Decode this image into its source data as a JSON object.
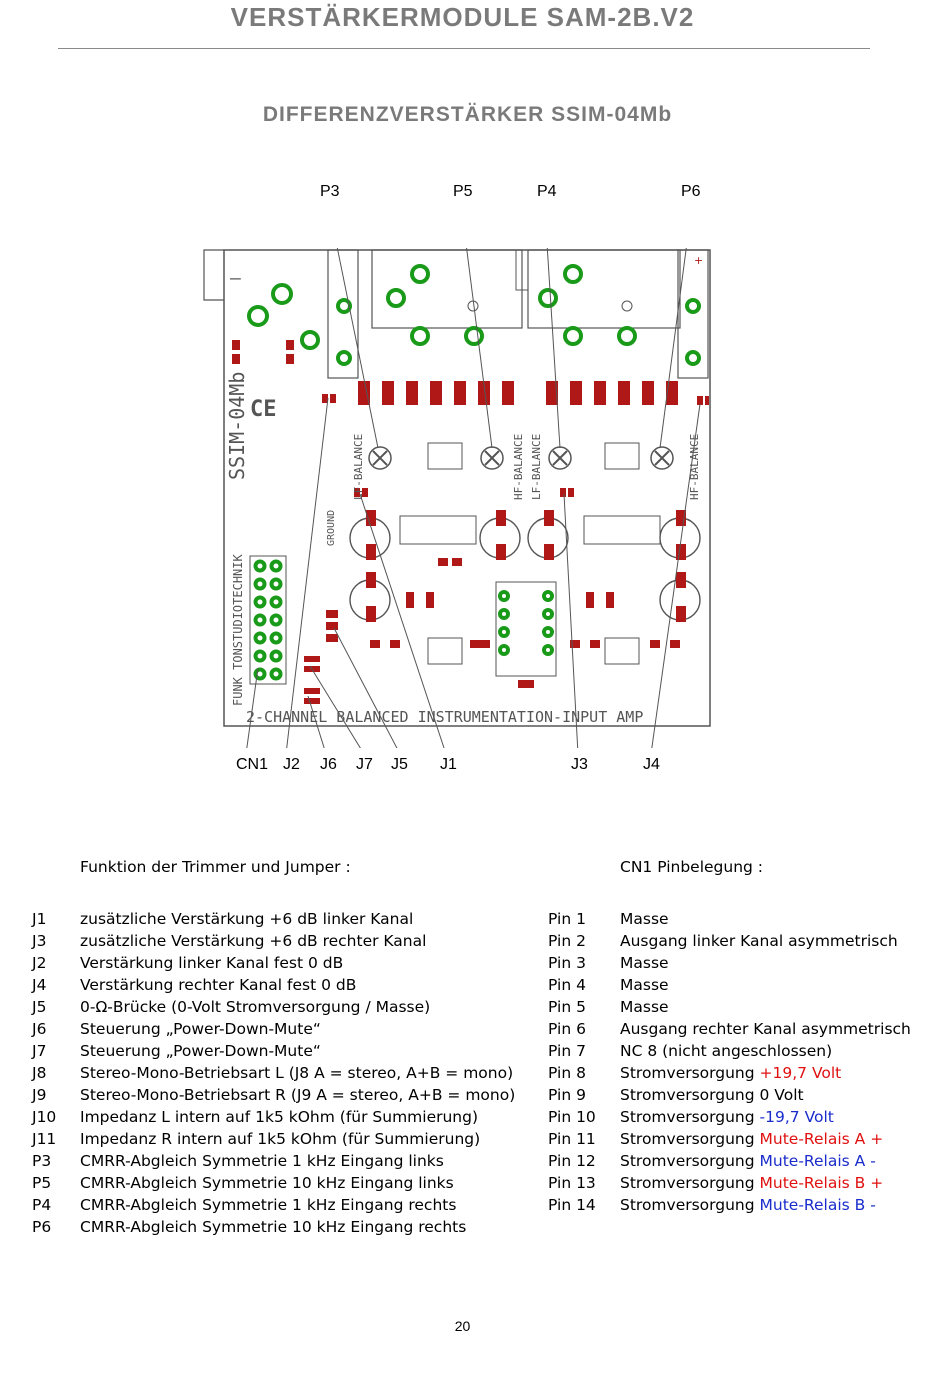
{
  "header": {
    "title": "VERSTÄRKERMODULE  SAM-2B.V2",
    "subtitle": "DIFFERENZVERSTÄRKER  SSIM-04Mb"
  },
  "diagram": {
    "top_labels": [
      "P3",
      "P5",
      "P4",
      "P6"
    ],
    "bottom_labels": [
      "CN1",
      "J2",
      "J6",
      "J7",
      "J5",
      "J1",
      "J3",
      "J4"
    ],
    "board_text": {
      "side": "SSIM-04Mb",
      "maker": "FUNK TONSTUDIOTECHNIK",
      "bottom": "2-CHANNEL BALANCED INSTRUMENTATION-INPUT AMP",
      "ce": "CE",
      "ground": "GROUND",
      "lf1": "LF-BALANCE",
      "hf1": "HF-BALANCE",
      "lf2": "LF-BALANCE",
      "hf2": "HF-BALANCE",
      "minus": "—",
      "plus": "+"
    }
  },
  "functions": {
    "heading": "Funktion der Trimmer und Jumper :",
    "items": [
      {
        "id": "J1",
        "text": "zusätzliche Verstärkung  +6 dB linker Kanal"
      },
      {
        "id": "J3",
        "text": "zusätzliche Verstärkung  +6 dB rechter Kanal"
      },
      {
        "id": "J2",
        "text": "Verstärkung linker Kanal fest 0 dB"
      },
      {
        "id": "J4",
        "text": "Verstärkung rechter Kanal fest 0 dB"
      },
      {
        "id": "J5",
        "text": "0-Ω-Brücke  (0-Volt Stromversorgung / Masse)"
      },
      {
        "id": "J6",
        "text": "Steuerung „Power-Down-Mute“"
      },
      {
        "id": "J7",
        "text": "Steuerung „Power-Down-Mute“"
      },
      {
        "id": "J8",
        "text": "Stereo-Mono-Betriebsart L (J8 A = stereo, A+B = mono)"
      },
      {
        "id": "J9",
        "text": "Stereo-Mono-Betriebsart R (J9 A = stereo, A+B = mono)"
      },
      {
        "id": "J10",
        "text": "Impedanz L intern auf 1k5 kOhm (für Summierung)"
      },
      {
        "id": "J11",
        "text": "Impedanz R intern auf 1k5 kOhm (für Summierung)"
      },
      {
        "id": "P3",
        "text": "CMRR-Abgleich Symmetrie 1 kHz Eingang links"
      },
      {
        "id": "P5",
        "text": "CMRR-Abgleich Symmetrie 10 kHz Eingang links"
      },
      {
        "id": "P4",
        "text": "CMRR-Abgleich Symmetrie 1 kHz Eingang rechts"
      },
      {
        "id": "P6",
        "text": "CMRR-Abgleich Symmetrie 10 kHz Eingang rechts"
      }
    ]
  },
  "pinout": {
    "heading": "CN1   Pinbelegung :",
    "items": [
      {
        "pin": "Pin 1",
        "text": "Masse",
        "hl": "",
        "hl_color": ""
      },
      {
        "pin": "Pin 2",
        "text": "Ausgang linker Kanal asymmetrisch",
        "hl": "",
        "hl_color": ""
      },
      {
        "pin": "Pin 3",
        "text": "Masse",
        "hl": "",
        "hl_color": ""
      },
      {
        "pin": "Pin 4",
        "text": "Masse",
        "hl": "",
        "hl_color": ""
      },
      {
        "pin": "Pin 5",
        "text": "Masse",
        "hl": "",
        "hl_color": ""
      },
      {
        "pin": "Pin 6",
        "text": "Ausgang rechter Kanal asymmetrisch",
        "hl": "",
        "hl_color": ""
      },
      {
        "pin": "Pin 7",
        "text": "NC 8  (nicht angeschlossen)",
        "hl": "",
        "hl_color": ""
      },
      {
        "pin": "Pin 8",
        "text": "Stromversorgung ",
        "hl": "+19,7 Volt",
        "hl_color": "#e01010"
      },
      {
        "pin": "Pin 9",
        "text": "Stromversorgung       0 Volt",
        "hl": "",
        "hl_color": ""
      },
      {
        "pin": "Pin 10",
        "text": "Stromversorgung  ",
        "hl": "-19,7 Volt",
        "hl_color": "#1a2ccc"
      },
      {
        "pin": "Pin 11",
        "text": "Stromversorgung ",
        "hl": "Mute-Relais A +",
        "hl_color": "#e01010"
      },
      {
        "pin": "Pin 12",
        "text": "Stromversorgung ",
        "hl": "Mute-Relais A  -",
        "hl_color": "#1a2ccc"
      },
      {
        "pin": "Pin 13",
        "text": "Stromversorgung ",
        "hl": "Mute-Relais B +",
        "hl_color": "#e01010"
      },
      {
        "pin": "Pin 14",
        "text": "Stromversorgung ",
        "hl": "Mute-Relais B  -",
        "hl_color": "#1a2ccc"
      }
    ]
  },
  "footer": {
    "page_number": "20"
  }
}
